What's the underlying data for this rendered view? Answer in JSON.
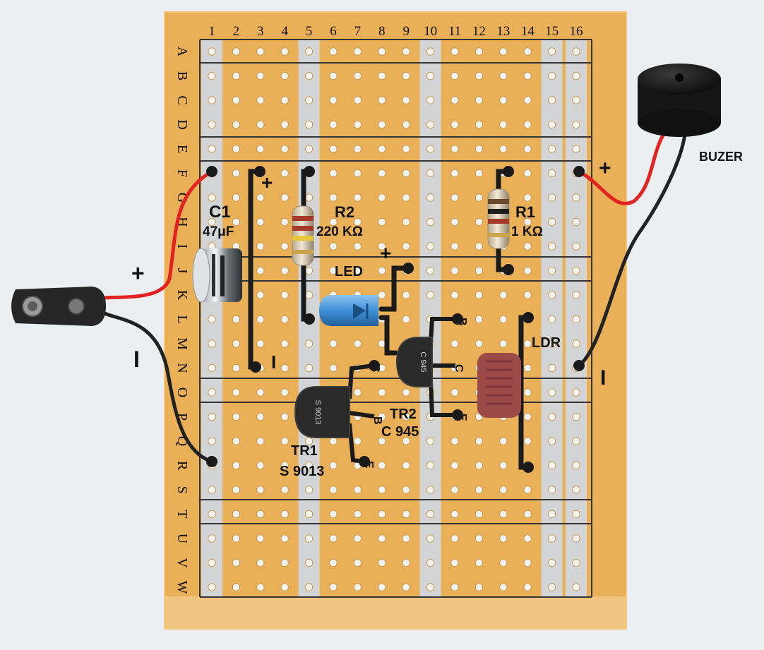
{
  "board": {
    "column_numbers": [
      "1",
      "2",
      "3",
      "4",
      "5",
      "6",
      "7",
      "8",
      "9",
      "10",
      "11",
      "12",
      "13",
      "14",
      "15",
      "16"
    ],
    "row_letters": [
      "A",
      "B",
      "C",
      "D",
      "E",
      "F",
      "G",
      "H",
      "I",
      "J",
      "K",
      "L",
      "M",
      "N",
      "O",
      "P",
      "Q",
      "R",
      "S",
      "T",
      "U",
      "V",
      "W"
    ]
  },
  "components": {
    "c1": {
      "name": "C1",
      "value": "47μF"
    },
    "r2": {
      "name": "R2",
      "value": "220 KΩ"
    },
    "r1": {
      "name": "R1",
      "value": "1 KΩ"
    },
    "led": {
      "name": "LED"
    },
    "ldr": {
      "name": "LDR"
    },
    "tr1": {
      "name": "TR1",
      "value": "S 9013",
      "body_text": "S 9013"
    },
    "tr2": {
      "name": "TR2",
      "value": "C 945",
      "body_text": "C 945"
    },
    "buzzer": {
      "name": "BUZER"
    }
  },
  "pins": {
    "base": "B",
    "collector": "C",
    "emitter": "E"
  },
  "polarity": {
    "plus": "+",
    "minus": "I"
  },
  "colors": {
    "board": "#eab058",
    "board_edge": "#f5c676",
    "strip_gray": "#d3d4d6",
    "hole": "#f3f3ef",
    "red_wire": "#e32222",
    "black_wire": "#222222",
    "led_blue": "#3e90d8",
    "ldr_brown": "#9c4a48",
    "buzzer": "#161616"
  }
}
